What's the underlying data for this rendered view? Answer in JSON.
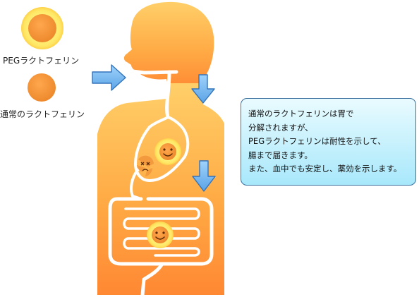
{
  "legend": {
    "peg": {
      "label": "PEGラクトフェリン",
      "icon": "glowing-orange-ball-icon"
    },
    "normal": {
      "label": "通常のラクトフェリン",
      "icon": "orange-ball-icon"
    }
  },
  "callout": {
    "lines": [
      "通常のラクトフェリンは胃で",
      "分解されますが、",
      "PEGラクトフェリンは耐性を示して、",
      "腸まで届きます。",
      "また、血中でも安定し、薬効を示します。"
    ]
  },
  "colors": {
    "body_top": "#ffcc66",
    "body_bottom": "#ff8a33",
    "arrow_fill": "#6fb3ee",
    "arrow_stroke": "#3373bb",
    "ball": "#f39a3e",
    "ball_glow": "#fff07a",
    "callout_border": "#3a6f9e"
  }
}
